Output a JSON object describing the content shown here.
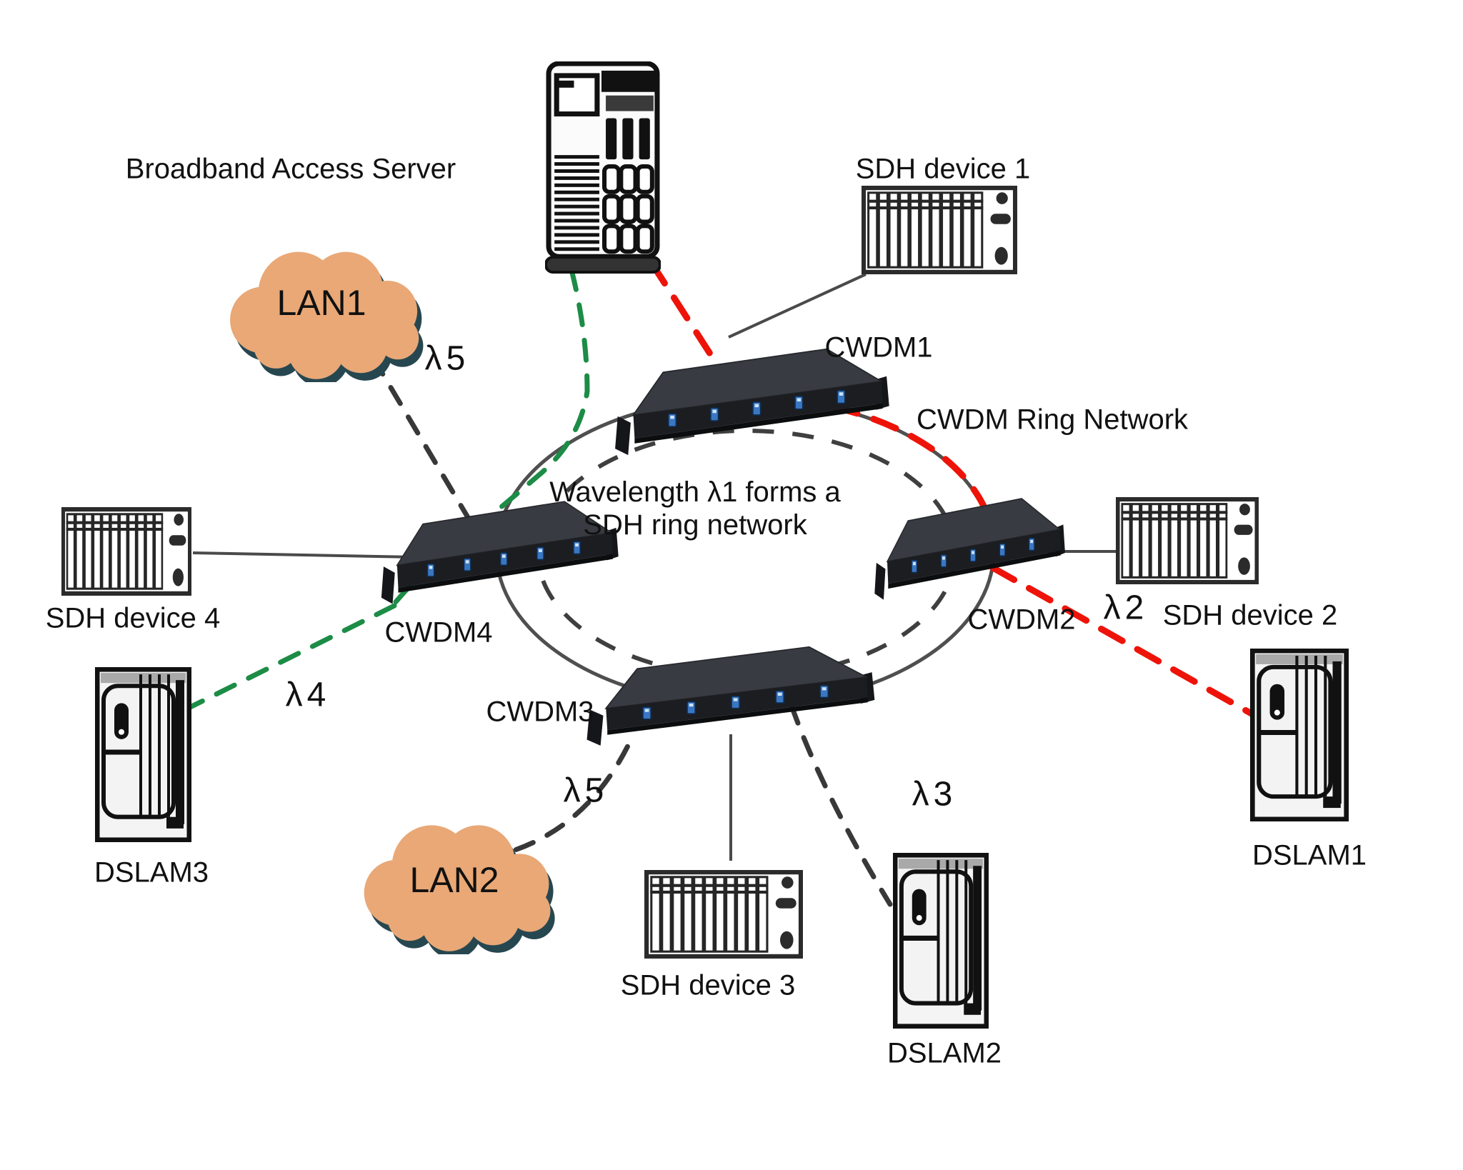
{
  "server": {
    "label": "Broadband Access Server"
  },
  "ring": {
    "title": "CWDM Ring Network",
    "center_note_line1": "Wavelength λ1 forms a",
    "center_note_line2": "SDH ring network"
  },
  "cwdm": [
    {
      "label": "CWDM1"
    },
    {
      "label": "CWDM2"
    },
    {
      "label": "CWDM3"
    },
    {
      "label": "CWDM4"
    }
  ],
  "sdh": [
    {
      "label": "SDH device 1"
    },
    {
      "label": "SDH device 2"
    },
    {
      "label": "SDH device 3"
    },
    {
      "label": "SDH device 4"
    }
  ],
  "dslam": [
    {
      "label": "DSLAM1"
    },
    {
      "label": "DSLAM2"
    },
    {
      "label": "DSLAM3"
    }
  ],
  "lan": [
    {
      "label": "LAN1"
    },
    {
      "label": "LAN2"
    }
  ],
  "wavelengths": {
    "lan1_to_cwdm4": "λ5",
    "cwdm4_to_dslam3": "λ4",
    "cwdm2_to_dslam1": "λ2",
    "cwdm3_to_lan2": "λ5",
    "cwdm3_to_dslam2": "λ3"
  },
  "colors": {
    "cloud": "#e9a876",
    "cloud_shadow": "#274750",
    "red_link": "#ee1309",
    "green_link": "#1c8c46",
    "dark_dash": "#383838",
    "ring_stroke": "#4f4f4f",
    "text": "#111111"
  }
}
